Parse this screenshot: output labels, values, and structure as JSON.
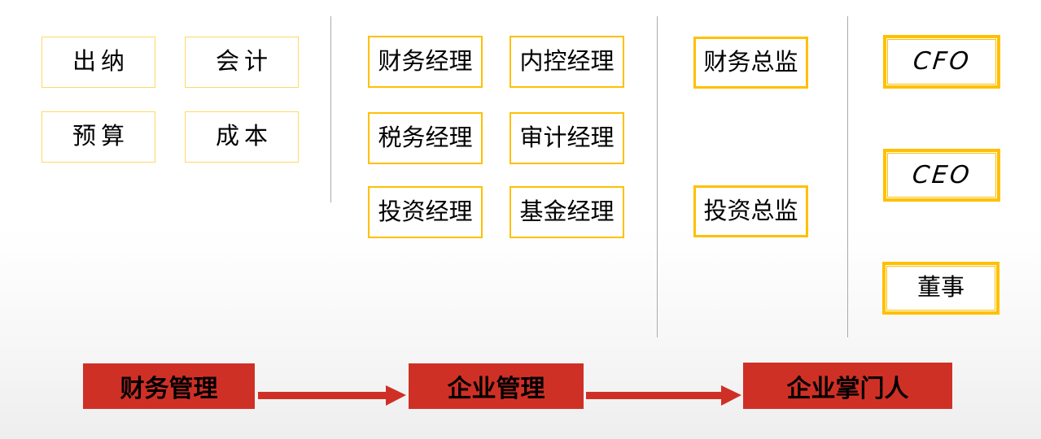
{
  "roles": {
    "level1": [
      "出纳",
      "会计",
      "预算",
      "成本"
    ],
    "level2": [
      "财务经理",
      "内控经理",
      "税务经理",
      "审计经理",
      "投资经理",
      "基金经理"
    ],
    "level3": [
      "财务总监",
      "投资总监"
    ],
    "level4": [
      "CFO",
      "CEO",
      "董事"
    ]
  },
  "flow": {
    "stages": [
      "财务管理",
      "企业管理",
      "企业掌门人"
    ]
  },
  "colors": {
    "border_light_gold": "#FFD966",
    "border_gold": "#FFC000",
    "flow_red": "#CF3026",
    "divider_gray": "#ABABAB",
    "text_black": "#000000"
  }
}
